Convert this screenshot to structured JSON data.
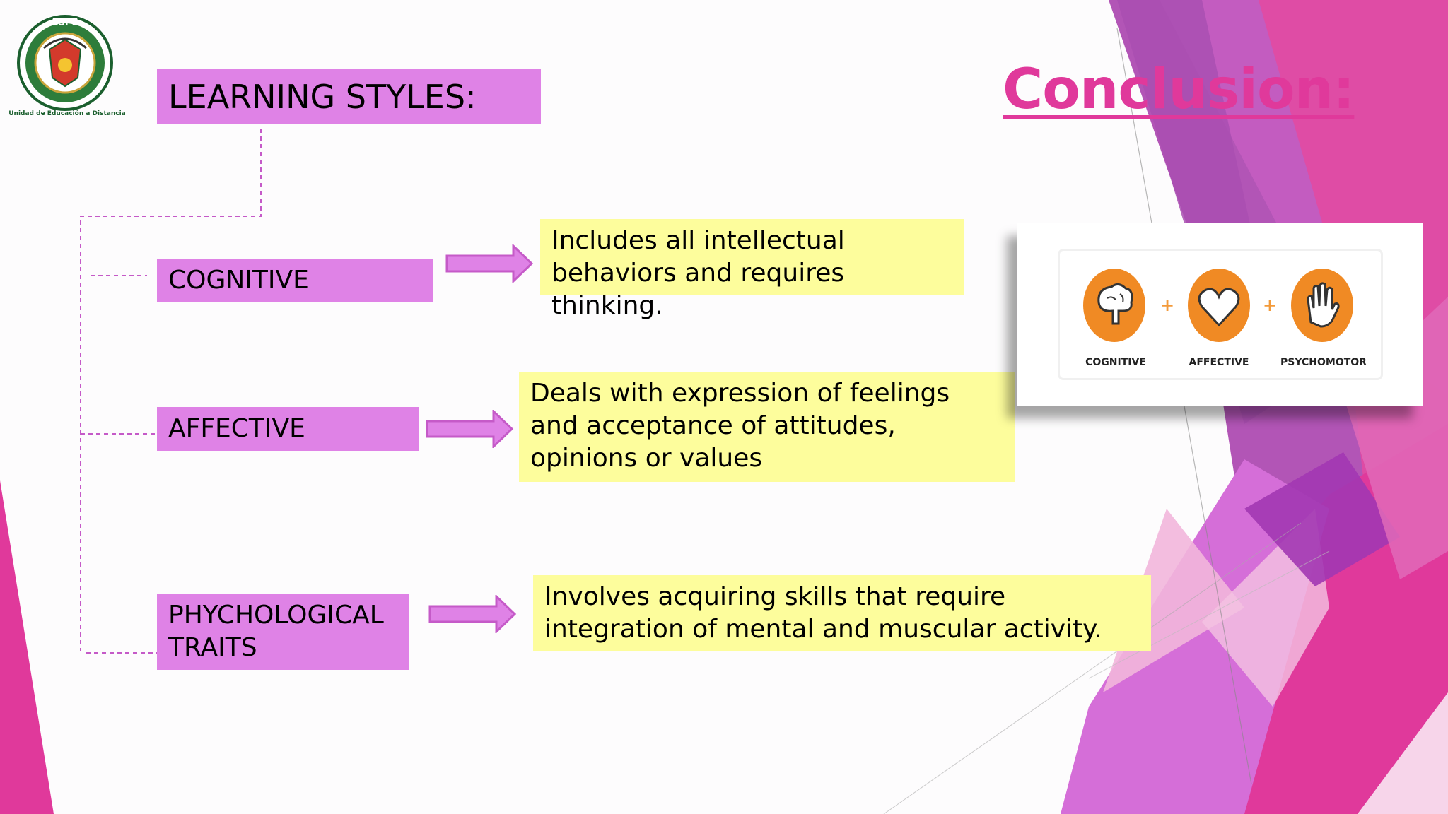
{
  "title": "LEARNING STYLES:",
  "conclusion": "Conclusion:",
  "logo": {
    "ring_text_top": "ESPE",
    "caption": "Unidad de Educación a Distancia"
  },
  "styles": [
    {
      "label": "COGNITIVE",
      "description": "Includes all intellectual behaviors and requires thinking."
    },
    {
      "label": "AFFECTIVE",
      "description": "Deals with expression of feelings and acceptance of attitudes, opinions or values"
    },
    {
      "label": "PHYCHOLOGICAL TRAITS",
      "description": "Involves acquiring skills that require integration of mental and muscular activity."
    }
  ],
  "taxonomy_image": {
    "items": [
      {
        "label": "COGNITIVE",
        "icon": "brain-icon"
      },
      {
        "label": "AFFECTIVE",
        "icon": "heart-icon"
      },
      {
        "label": "PSYCHOMOTOR",
        "icon": "hand-icon"
      }
    ],
    "separator": "+"
  },
  "colors": {
    "label_fill": "#df82e6",
    "description_fill": "#fdfd9c",
    "accent": "#e0399b",
    "icon_orange": "#f08a24"
  }
}
